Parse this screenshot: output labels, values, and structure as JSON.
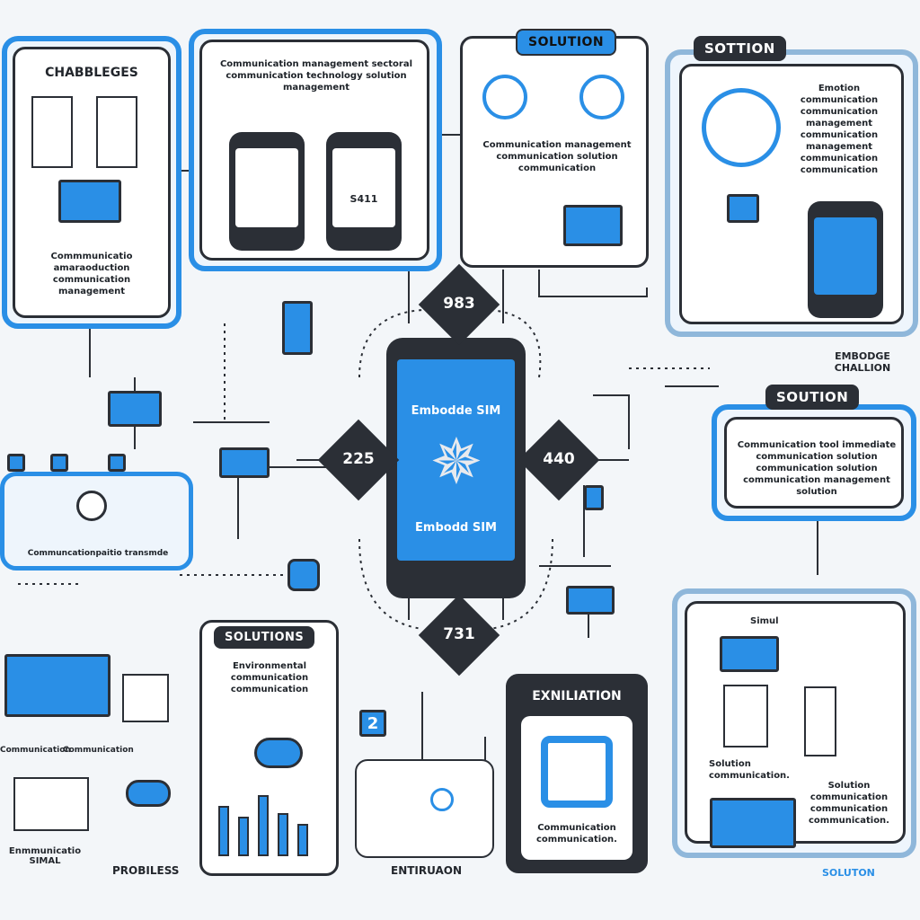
{
  "colors": {
    "accent": "#2a8fe6",
    "dark": "#2b2f36",
    "background": "#f3f6f9"
  },
  "center": {
    "screen_title_top": "Embodde SIM",
    "screen_title_bottom": "Embodd SIM",
    "icon": "star-gear-icon",
    "nodes": {
      "top": "983",
      "left": "225",
      "right": "440",
      "bottom": "731"
    }
  },
  "challenges": {
    "title": "CHABBLEGES",
    "text": "Commmunicatio amaraoduction communication management",
    "caption": "Communcationpaitio transmde"
  },
  "phones_panel": {
    "text": "Communication management sectoral communication technology solution management",
    "screen_label": "S411"
  },
  "solution_top": {
    "title": "SOLUTION",
    "text": "Communication management communication solution communication"
  },
  "sottion": {
    "title": "SOTTION",
    "text": "Emotion communication communication management communication management communication communication"
  },
  "challenge_label": "EMBODGE CHALLION",
  "soution": {
    "title": "SOUTION",
    "text": "Communication tool immediate communication solution communication solution communication management solution"
  },
  "solutions": {
    "title": "SOLUTIONS",
    "text": "Environmental communication communication"
  },
  "exniliation": {
    "title": "EXNILIATION",
    "text": "Communication communication."
  },
  "bottom_labels": {
    "left": "Enmmunicatio SIMAL",
    "problems": "PROBILESS",
    "entiruaon": "ENTIRUAON",
    "solution": "SOLUTON"
  },
  "right_panel": {
    "heading": "Simul",
    "text_left": "Solution communication.",
    "text_right": "Solution communication communication communication."
  },
  "misc": {
    "left_caption": "Communication",
    "left_caption2": "Communication",
    "chip": "2"
  }
}
